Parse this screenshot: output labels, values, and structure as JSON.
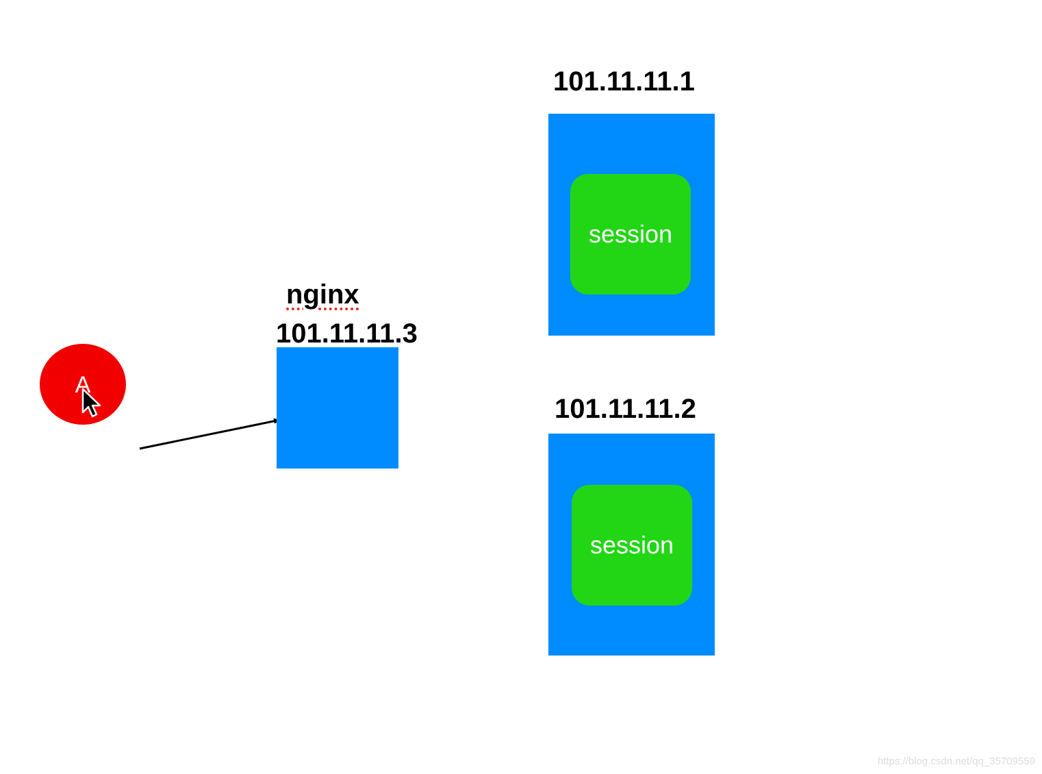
{
  "colors": {
    "server_blue": "#008cff",
    "session_green": "#22d615",
    "client_red": "#f20000",
    "text": "#000000",
    "watermark": "#dcdcdc"
  },
  "client": {
    "label": "A",
    "cursor_icon": "mouse-pointer-icon"
  },
  "nginx": {
    "name": "nginx",
    "ip": "101.11.11.3"
  },
  "servers": [
    {
      "ip": "101.11.11.1",
      "content": "session"
    },
    {
      "ip": "101.11.11.2",
      "content": "session"
    }
  ],
  "watermark": "https://blog.csdn.net/qq_35709559"
}
